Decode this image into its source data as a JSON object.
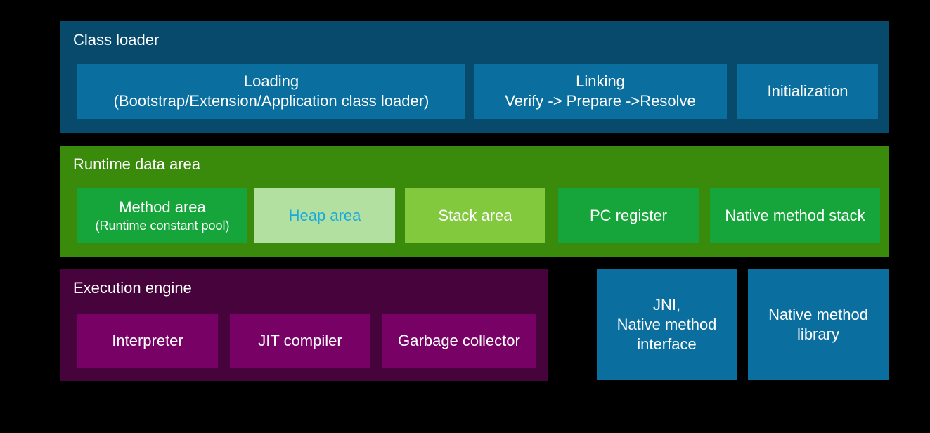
{
  "class_loader": {
    "title": "Class loader",
    "loading": {
      "line1": "Loading",
      "line2": "(Bootstrap/Extension/Application class loader)"
    },
    "linking": {
      "line1": "Linking",
      "line2": "Verify -> Prepare ->Resolve"
    },
    "initialization": "Initialization"
  },
  "runtime_data_area": {
    "title": "Runtime data area",
    "method_area": {
      "line1": "Method area",
      "line2": "(Runtime constant pool)"
    },
    "heap_area": "Heap area",
    "stack_area": "Stack area",
    "pc_register": "PC register",
    "native_method_stack": "Native method stack"
  },
  "execution_engine": {
    "title": "Execution engine",
    "interpreter": "Interpreter",
    "jit_compiler": "JIT compiler",
    "garbage_collector": "Garbage collector"
  },
  "jni": {
    "line1": "JNI,",
    "line2": "Native method",
    "line3": "interface"
  },
  "native_method_library": {
    "line1": "Native method",
    "line2": "library"
  },
  "colors": {
    "class_loader_panel": "#084a6c",
    "class_loader_box": "#0a6f9f",
    "runtime_panel": "#3a8a0c",
    "runtime_box": "#15a53a",
    "heap_box": "#b1e0a0",
    "heap_text": "#1aa9dc",
    "stack_box": "#82c93e",
    "execution_panel": "#46033c",
    "execution_box": "#780166",
    "background": "#000000"
  }
}
